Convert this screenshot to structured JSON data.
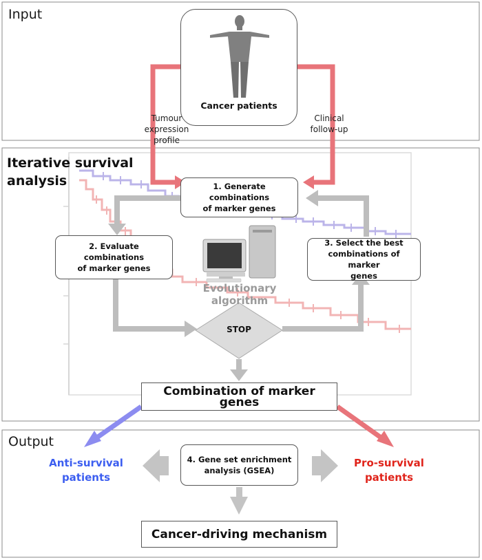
{
  "panels": {
    "input": "Input",
    "analysis": "Iterative survival analysis",
    "analysis_lines": [
      "Iterative survival",
      "analysis"
    ],
    "output": "Output"
  },
  "input": {
    "patients": "Cancer patients",
    "expression_lines": [
      "Tumour",
      "expression profile"
    ],
    "followup_lines": [
      "Clinical",
      "follow-up"
    ]
  },
  "steps": {
    "generate_lines": [
      "1. Generate combinations",
      "of marker genes"
    ],
    "evaluate_lines": [
      "2. Evaluate combinations",
      "of marker genes"
    ],
    "select_lines": [
      "3. Select the best",
      "combinations of marker",
      "genes"
    ],
    "stop": "STOP",
    "algorithm": "Evolutionary algorithm",
    "combination": "Combination of marker genes"
  },
  "output": {
    "anti_lines": [
      "Anti-survival",
      "patients"
    ],
    "pro_lines": [
      "Pro-survival",
      "patients"
    ],
    "gsea_lines": [
      "4. Gene set enrichment",
      "analysis (GSEA)"
    ],
    "mechanism": "Cancer-driving mechanism"
  },
  "colors": {
    "red_arrow": "#e8747a",
    "blue_arrow": "#8c8cf0",
    "gray_arrow": "#bdbdbd",
    "anti_text": "#3c5ef0",
    "pro_text": "#e0241b",
    "kaplan_blue": "#b0a8e6",
    "kaplan_red": "#f0a8a8"
  }
}
